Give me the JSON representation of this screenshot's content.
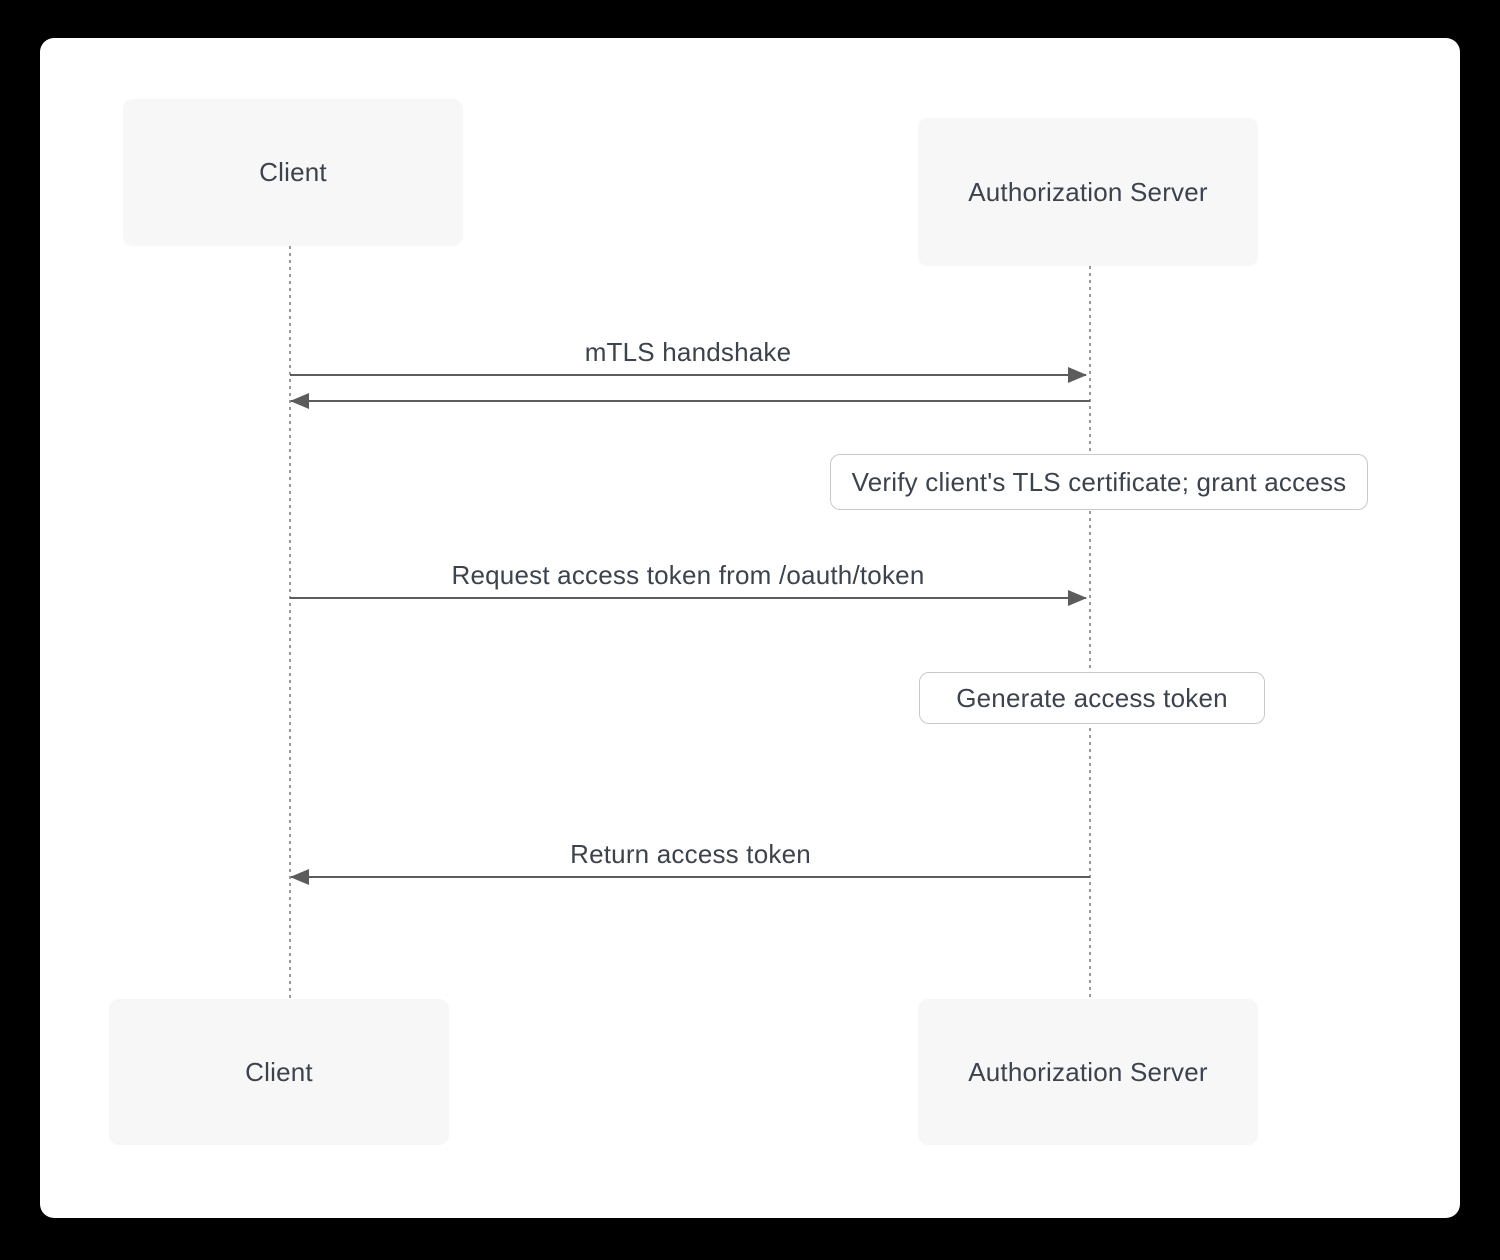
{
  "diagram": {
    "kind": "sequence-diagram",
    "actors_top": [
      {
        "label": "Client"
      },
      {
        "label": "Authorization Server"
      }
    ],
    "actors_bottom": [
      {
        "label": "Client"
      },
      {
        "label": "Authorization Server"
      }
    ],
    "messages": [
      {
        "label": "mTLS handshake",
        "from": "Client",
        "to": "Authorization Server",
        "direction": "right"
      },
      {
        "label": "",
        "from": "Authorization Server",
        "to": "Client",
        "direction": "left"
      },
      {
        "label": "Request access token from /oauth/token",
        "from": "Client",
        "to": "Authorization Server",
        "direction": "right"
      },
      {
        "label": "Return access token",
        "from": "Authorization Server",
        "to": "Client",
        "direction": "left"
      }
    ],
    "notes": [
      {
        "label": "Verify client's TLS certificate; grant access"
      },
      {
        "label": "Generate access token"
      }
    ],
    "colors": {
      "page_background": "#000000",
      "card_background": "#ffffff",
      "actor_fill": "#f7f7f8",
      "text": "#3d434d",
      "arrow": "#5c5c5c",
      "lifeline": "#9b9b9b",
      "note_border": "#c9c9c9"
    }
  }
}
